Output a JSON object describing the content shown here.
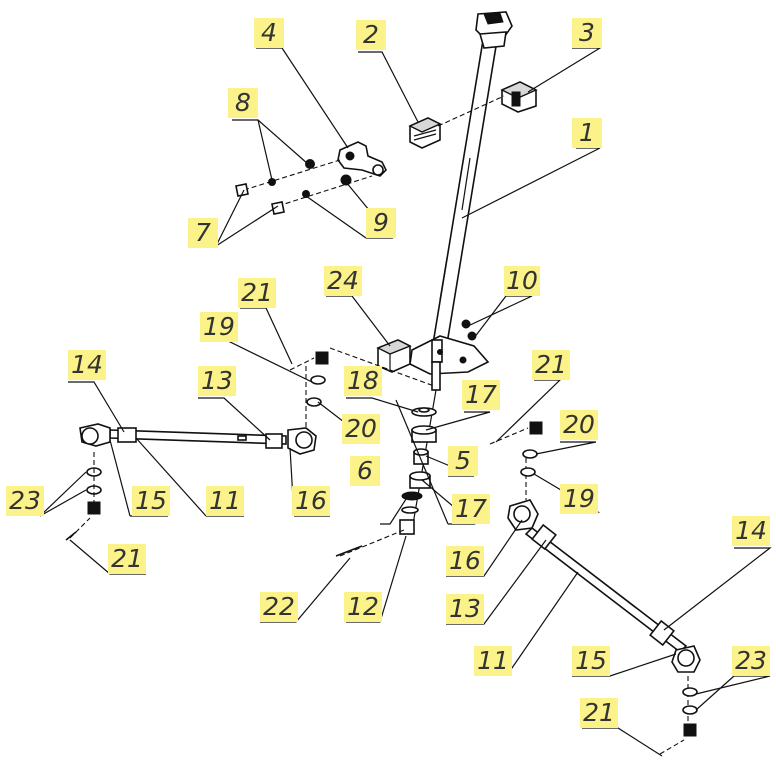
{
  "labels": [
    {
      "id": "1",
      "text": "1"
    },
    {
      "id": "2",
      "text": "2"
    },
    {
      "id": "3",
      "text": "3"
    },
    {
      "id": "4",
      "text": "4"
    },
    {
      "id": "5",
      "text": "5"
    },
    {
      "id": "6",
      "text": "6"
    },
    {
      "id": "7",
      "text": "7"
    },
    {
      "id": "8",
      "text": "8"
    },
    {
      "id": "9",
      "text": "9"
    },
    {
      "id": "10",
      "text": "10"
    },
    {
      "id": "11a",
      "text": "11"
    },
    {
      "id": "11b",
      "text": "11"
    },
    {
      "id": "12",
      "text": "12"
    },
    {
      "id": "13a",
      "text": "13"
    },
    {
      "id": "13b",
      "text": "13"
    },
    {
      "id": "14a",
      "text": "14"
    },
    {
      "id": "14b",
      "text": "14"
    },
    {
      "id": "15a",
      "text": "15"
    },
    {
      "id": "15b",
      "text": "15"
    },
    {
      "id": "16a",
      "text": "16"
    },
    {
      "id": "16b",
      "text": "16"
    },
    {
      "id": "17a",
      "text": "17"
    },
    {
      "id": "17b",
      "text": "17"
    },
    {
      "id": "18",
      "text": "18"
    },
    {
      "id": "19a",
      "text": "19"
    },
    {
      "id": "19b",
      "text": "19"
    },
    {
      "id": "20a",
      "text": "20"
    },
    {
      "id": "20b",
      "text": "20"
    },
    {
      "id": "21a",
      "text": "21"
    },
    {
      "id": "21b",
      "text": "21"
    },
    {
      "id": "21c",
      "text": "21"
    },
    {
      "id": "21d",
      "text": "21"
    },
    {
      "id": "22",
      "text": "22"
    },
    {
      "id": "23a",
      "text": "23"
    },
    {
      "id": "23b",
      "text": "23"
    },
    {
      "id": "24",
      "text": "24"
    }
  ],
  "colors": {
    "label_fill": "#fbf28a",
    "label_text": "#333333",
    "line": "#111111",
    "background": "#ffffff"
  }
}
